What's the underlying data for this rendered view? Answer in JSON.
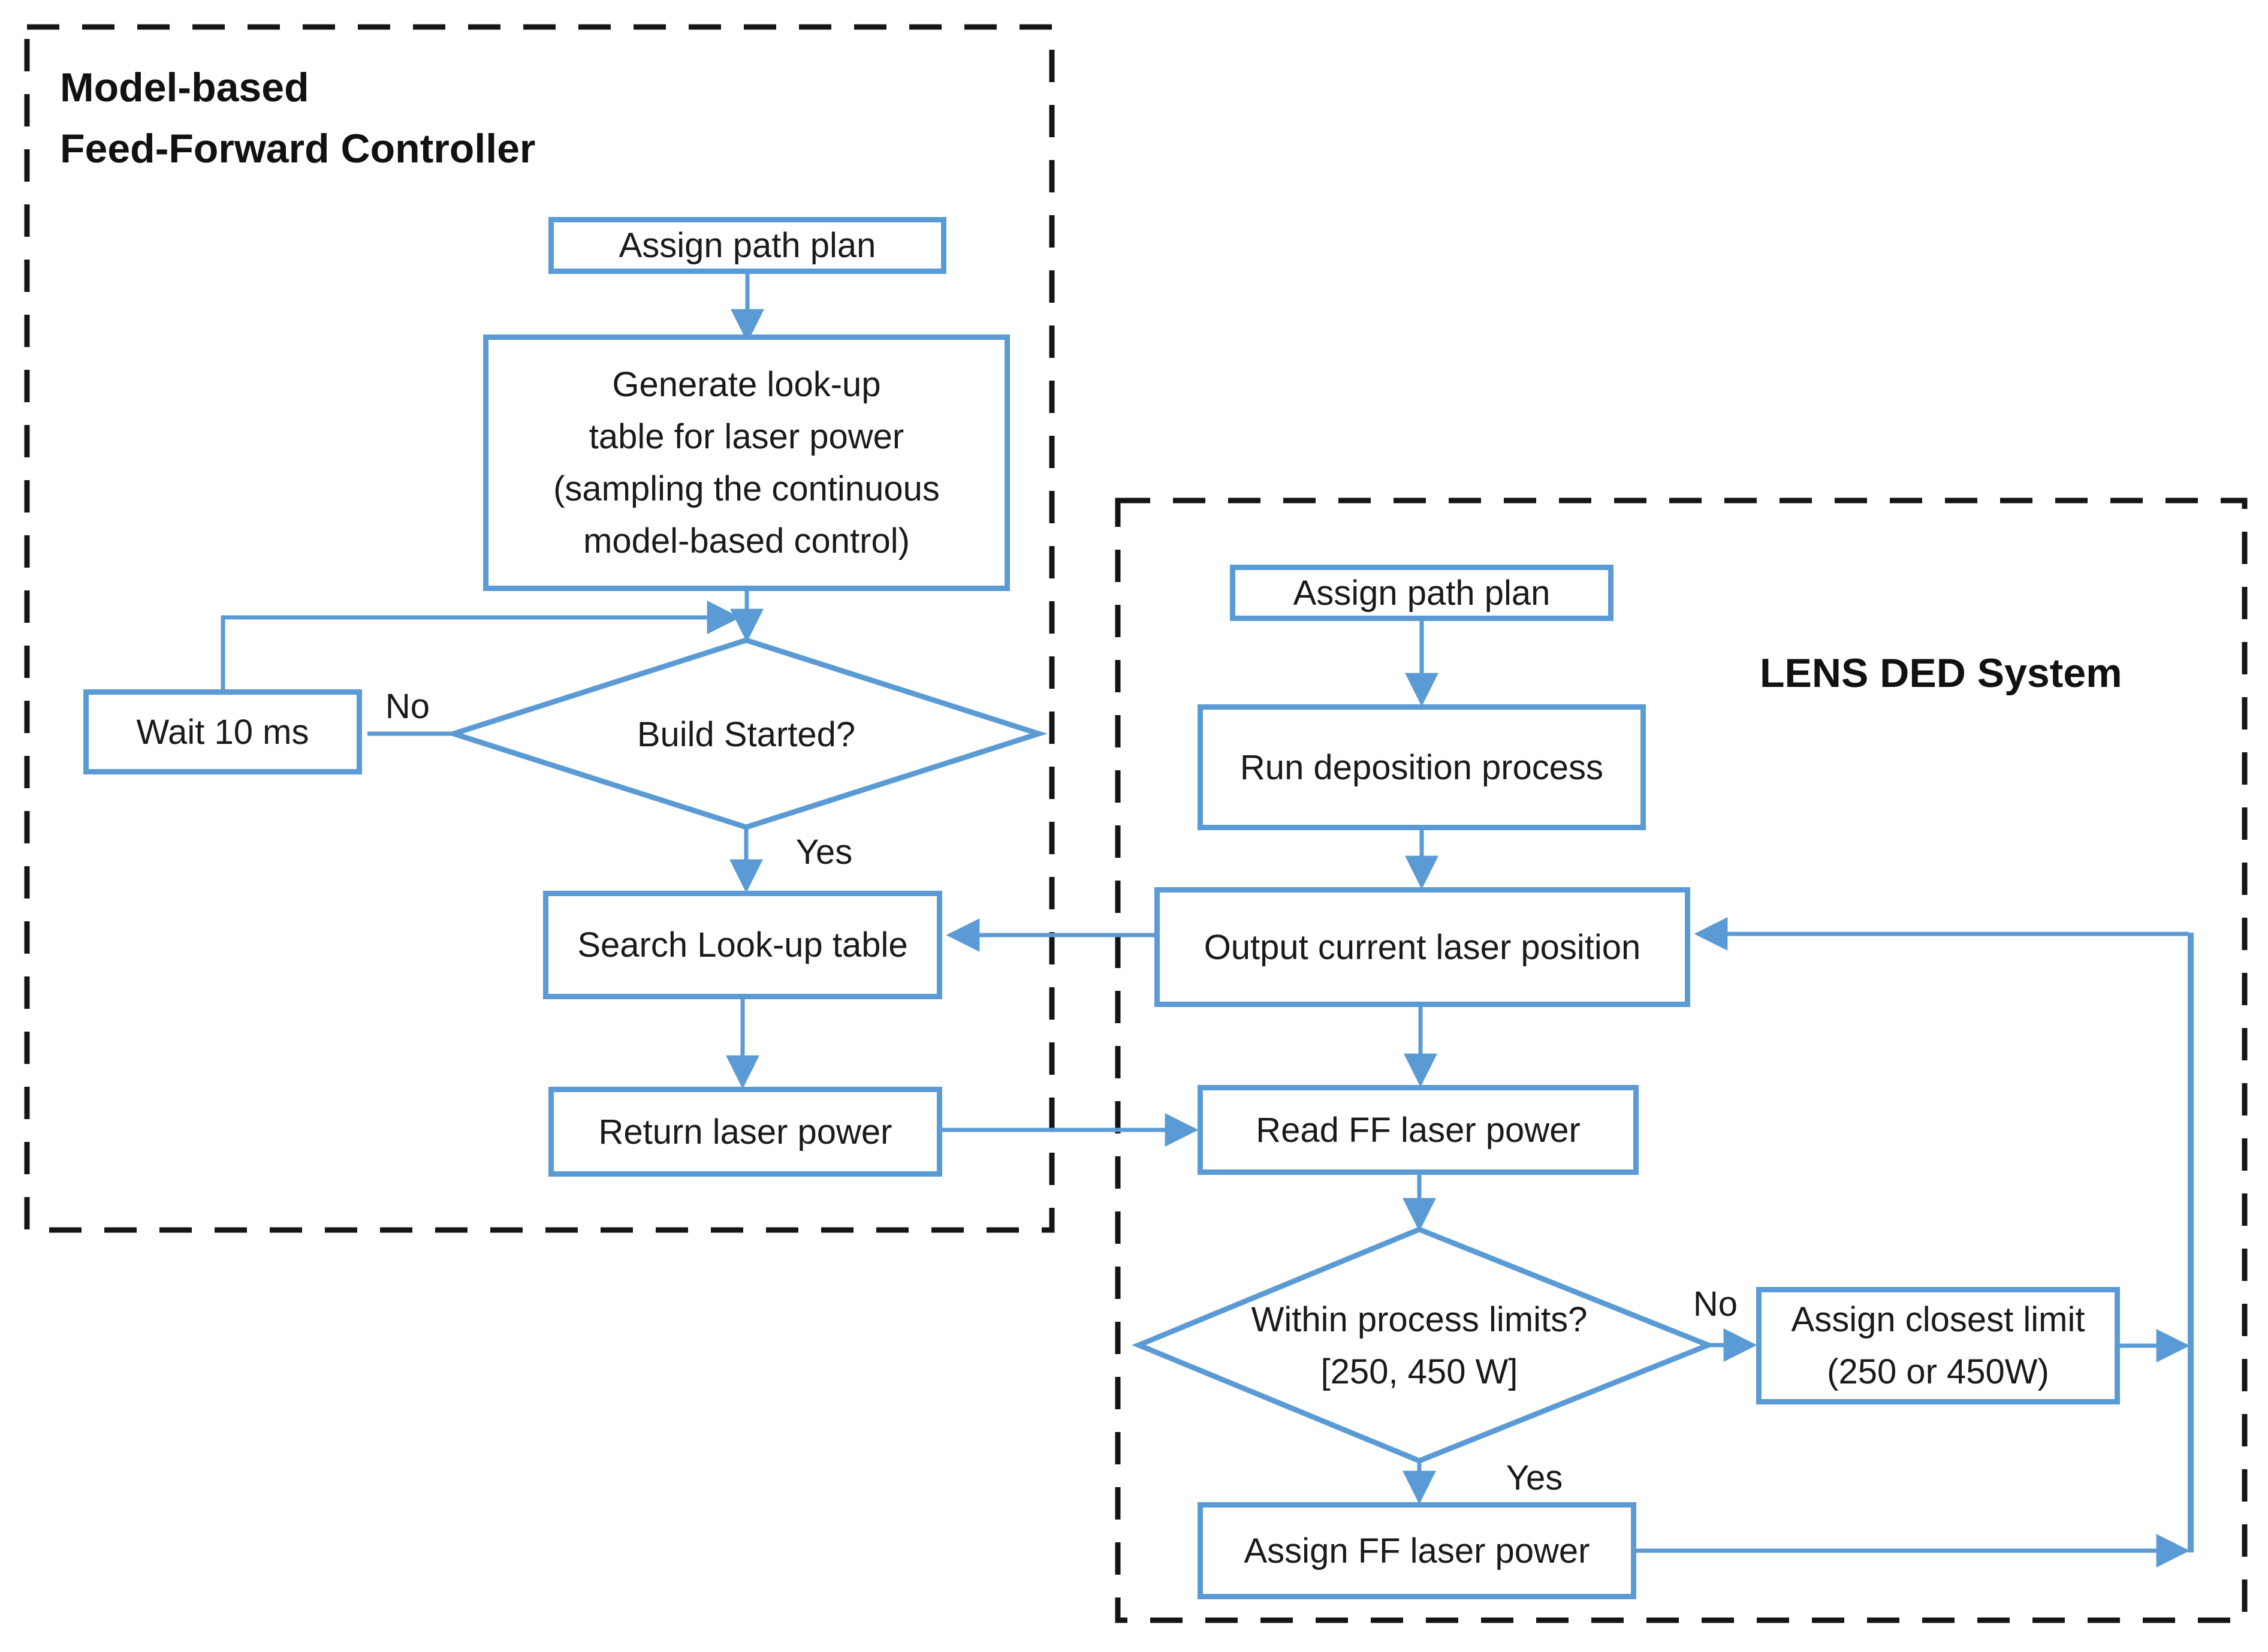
{
  "left_panel": {
    "title": "Model-based\nFeed-Forward Controller",
    "nodes": {
      "assign_path_plan": "Assign path plan",
      "generate_lookup_table": "Generate look-up\ntable for laser power\n(sampling the continuous\nmodel-based control)",
      "wait_10_ms": "Wait 10 ms",
      "build_started": "Build Started?",
      "search_lookup_table": "Search Look-up table",
      "return_laser_power": "Return laser power"
    },
    "edge_labels": {
      "no": "No",
      "yes": "Yes"
    }
  },
  "right_panel": {
    "title": "LENS DED System",
    "nodes": {
      "assign_path_plan": "Assign path plan",
      "run_deposition_process": "Run deposition process",
      "output_current_laser_position": "Output current laser position",
      "read_ff_laser_power": "Read FF laser power",
      "within_process_limits": "Within process limits?\n[250, 450 W]",
      "assign_closest_limit": "Assign closest limit\n(250 or 450W)",
      "assign_ff_laser_power": "Assign FF laser power"
    },
    "edge_labels": {
      "no": "No",
      "yes": "Yes"
    }
  },
  "colors": {
    "accent": "#5b9bd5",
    "dashed_border": "#151515",
    "text": "#1a1a1a"
  }
}
